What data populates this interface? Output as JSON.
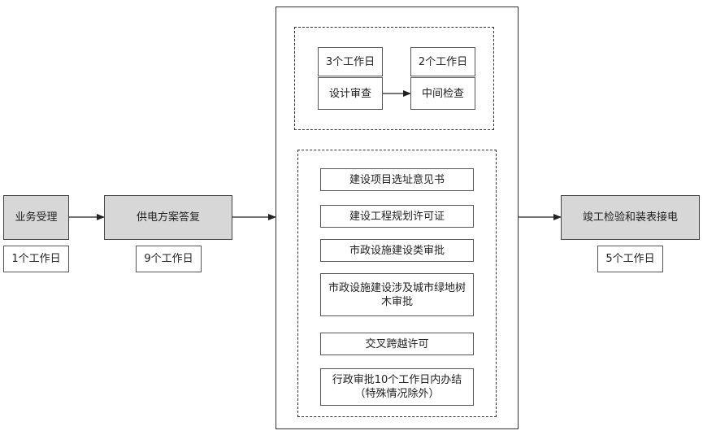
{
  "flow": {
    "step1": {
      "label": "业务受理",
      "days": "1个工作日"
    },
    "step2": {
      "label": "供电方案答复",
      "days": "9个工作日"
    },
    "step4": {
      "label": "竣工检验和装表接电",
      "days": "5个工作日"
    }
  },
  "middle": {
    "design": {
      "review": {
        "label": "设计审查",
        "days": "3个工作日"
      },
      "inspect": {
        "label": "中间检查",
        "days": "2个工作日"
      }
    },
    "approvals": [
      "建设项目选址意见书",
      "建设工程规划许可证",
      "市政设施建设类审批",
      "市政设施建设涉及城市绿地树木审批",
      "交叉跨越许可",
      "行政审批10个工作日内办结（特殊情况除外）"
    ]
  }
}
